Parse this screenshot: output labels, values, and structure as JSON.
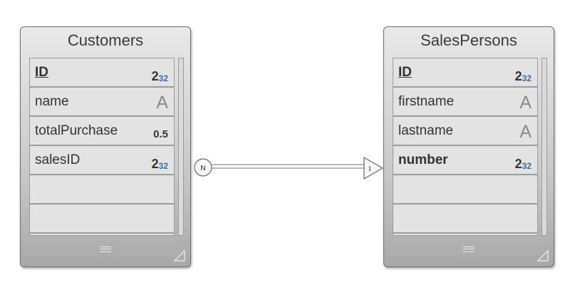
{
  "tables": [
    {
      "title": "Customers",
      "fields": [
        {
          "name": "ID",
          "type": "integer",
          "primary_key": true,
          "bold": false
        },
        {
          "name": "name",
          "type": "text",
          "primary_key": false,
          "bold": false
        },
        {
          "name": "totalPurchase",
          "type": "real",
          "primary_key": false,
          "bold": false
        },
        {
          "name": "salesID",
          "type": "integer",
          "primary_key": false,
          "bold": false
        }
      ],
      "empty_rows": 2
    },
    {
      "title": "SalesPersons",
      "fields": [
        {
          "name": "ID",
          "type": "integer",
          "primary_key": true,
          "bold": false
        },
        {
          "name": "firstname",
          "type": "text",
          "primary_key": false,
          "bold": false
        },
        {
          "name": "lastname",
          "type": "text",
          "primary_key": false,
          "bold": false
        },
        {
          "name": "number",
          "type": "integer",
          "primary_key": false,
          "bold": true
        }
      ],
      "empty_rows": 2
    }
  ],
  "type_glyphs": {
    "integer_base": "2",
    "integer_exp": "32",
    "text": "A",
    "real": "0.5"
  },
  "relation": {
    "from_cardinality": "N",
    "to_cardinality": "1"
  }
}
